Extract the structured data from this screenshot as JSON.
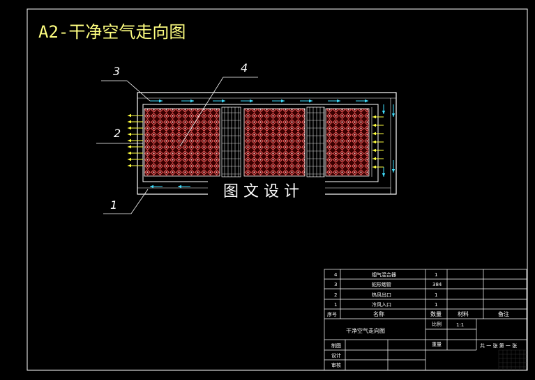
{
  "drawing": {
    "title": "A2-干净空气走向图",
    "watermark": "图 文 设 计",
    "callouts": [
      "3",
      "4",
      "2",
      "1"
    ]
  },
  "title_block": {
    "parts": [
      {
        "no": "4",
        "name": "烟气混合器",
        "qty": "1"
      },
      {
        "no": "3",
        "name": "蛇形烟管",
        "qty": "384"
      },
      {
        "no": "2",
        "name": "热风出口",
        "qty": "1"
      },
      {
        "no": "1",
        "name": "冷风入口",
        "qty": "1"
      }
    ],
    "headers": {
      "no": "序号",
      "name": "名称",
      "qty": "数量",
      "material": "材料",
      "remark": "备注"
    },
    "drawing_name": "干净空气走向图",
    "scale_label": "比例",
    "scale_value": "1:1",
    "weight_label": "重量",
    "sheet_text": "共 一 张  第 一 张",
    "drawn_label": "制图",
    "design_label": "设计",
    "check_label": "审核"
  },
  "colors": {
    "frame": "#ffffff",
    "title": "#ffff80",
    "hot_air": "#ff3030",
    "cool_air": "#40e0ff",
    "inlet_arrow": "#ffff40"
  }
}
